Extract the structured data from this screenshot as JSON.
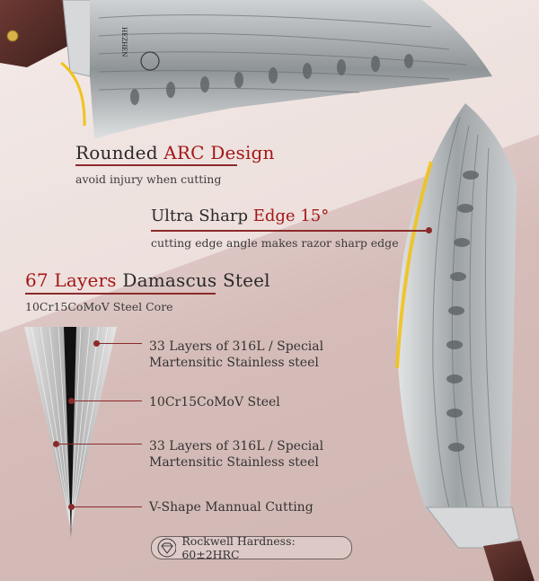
{
  "features": {
    "arc": {
      "title_plain": "Rounded ",
      "title_accent": "ARC Design",
      "subtitle": "avoid injury when cutting"
    },
    "edge": {
      "title_plain": "Ultra Sharp ",
      "title_accent": "Edge 15°",
      "subtitle": "cutting edge angle makes razor sharp edge"
    },
    "damascus": {
      "title_accent": "67 Layers",
      "title_plain": " Damascus Steel",
      "subtitle": "10Cr15CoMoV Steel Core"
    }
  },
  "layers": [
    {
      "line1": "33 Layers of 316L / Special",
      "line2": "Martensitic Stainless steel"
    },
    {
      "line1": "10Cr15CoMoV Steel",
      "line2": ""
    },
    {
      "line1": "33 Layers of 316L / Special",
      "line2": "Martensitic Stainless steel"
    },
    {
      "line1": "V-Shape Mannual Cutting",
      "line2": ""
    }
  ],
  "badge": {
    "text": "Rockwell Hardness: 60±2HRC",
    "icon": "diamond-icon"
  },
  "blade_engraving": "HEZHEN",
  "colors": {
    "accent_red": "#a41717",
    "line": "#8b2a2a",
    "handle": "#5a2d2a",
    "gold": "#f2c21b"
  }
}
